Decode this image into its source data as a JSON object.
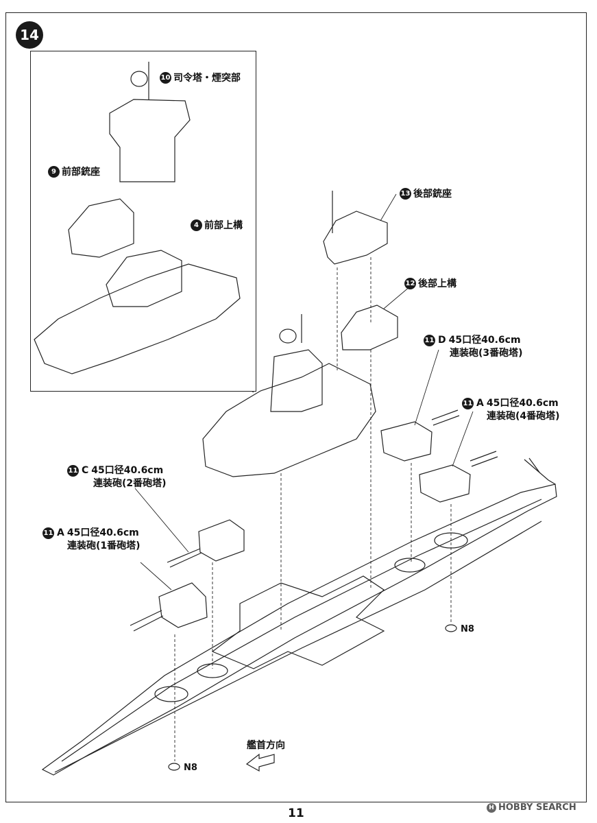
{
  "step": {
    "number": "14"
  },
  "labels": {
    "conning_tower": {
      "num": "10",
      "text": "司令塔・煙突部"
    },
    "fwd_gun_mount": {
      "num": "9",
      "text": "前部銃座"
    },
    "fwd_superstructure": {
      "num": "4",
      "text": "前部上構"
    },
    "aft_gun_mount": {
      "num": "13",
      "text": "後部銃座"
    },
    "aft_superstructure": {
      "num": "12",
      "text": "後部上構"
    },
    "turret3": {
      "num": "11",
      "sub": "D",
      "line1": "45口径40.6cm",
      "line2": "連装砲(3番砲塔)"
    },
    "turret4": {
      "num": "11",
      "sub": "A",
      "line1": "45口径40.6cm",
      "line2": "連装砲(4番砲塔)"
    },
    "turret2": {
      "num": "11",
      "sub": "C",
      "line1": "45口径40.6cm",
      "line2": "連装砲(2番砲塔)"
    },
    "turret1": {
      "num": "11",
      "sub": "A",
      "line1": "45口径40.6cm",
      "line2": "連装砲(1番砲塔)"
    }
  },
  "parts": {
    "n8_aft": "N8",
    "n8_fwd": "N8"
  },
  "direction_label": "艦首方向",
  "page_number": "11",
  "watermark": {
    "icon": "hobby-logo-icon",
    "text": "HOBBY SEARCH"
  }
}
